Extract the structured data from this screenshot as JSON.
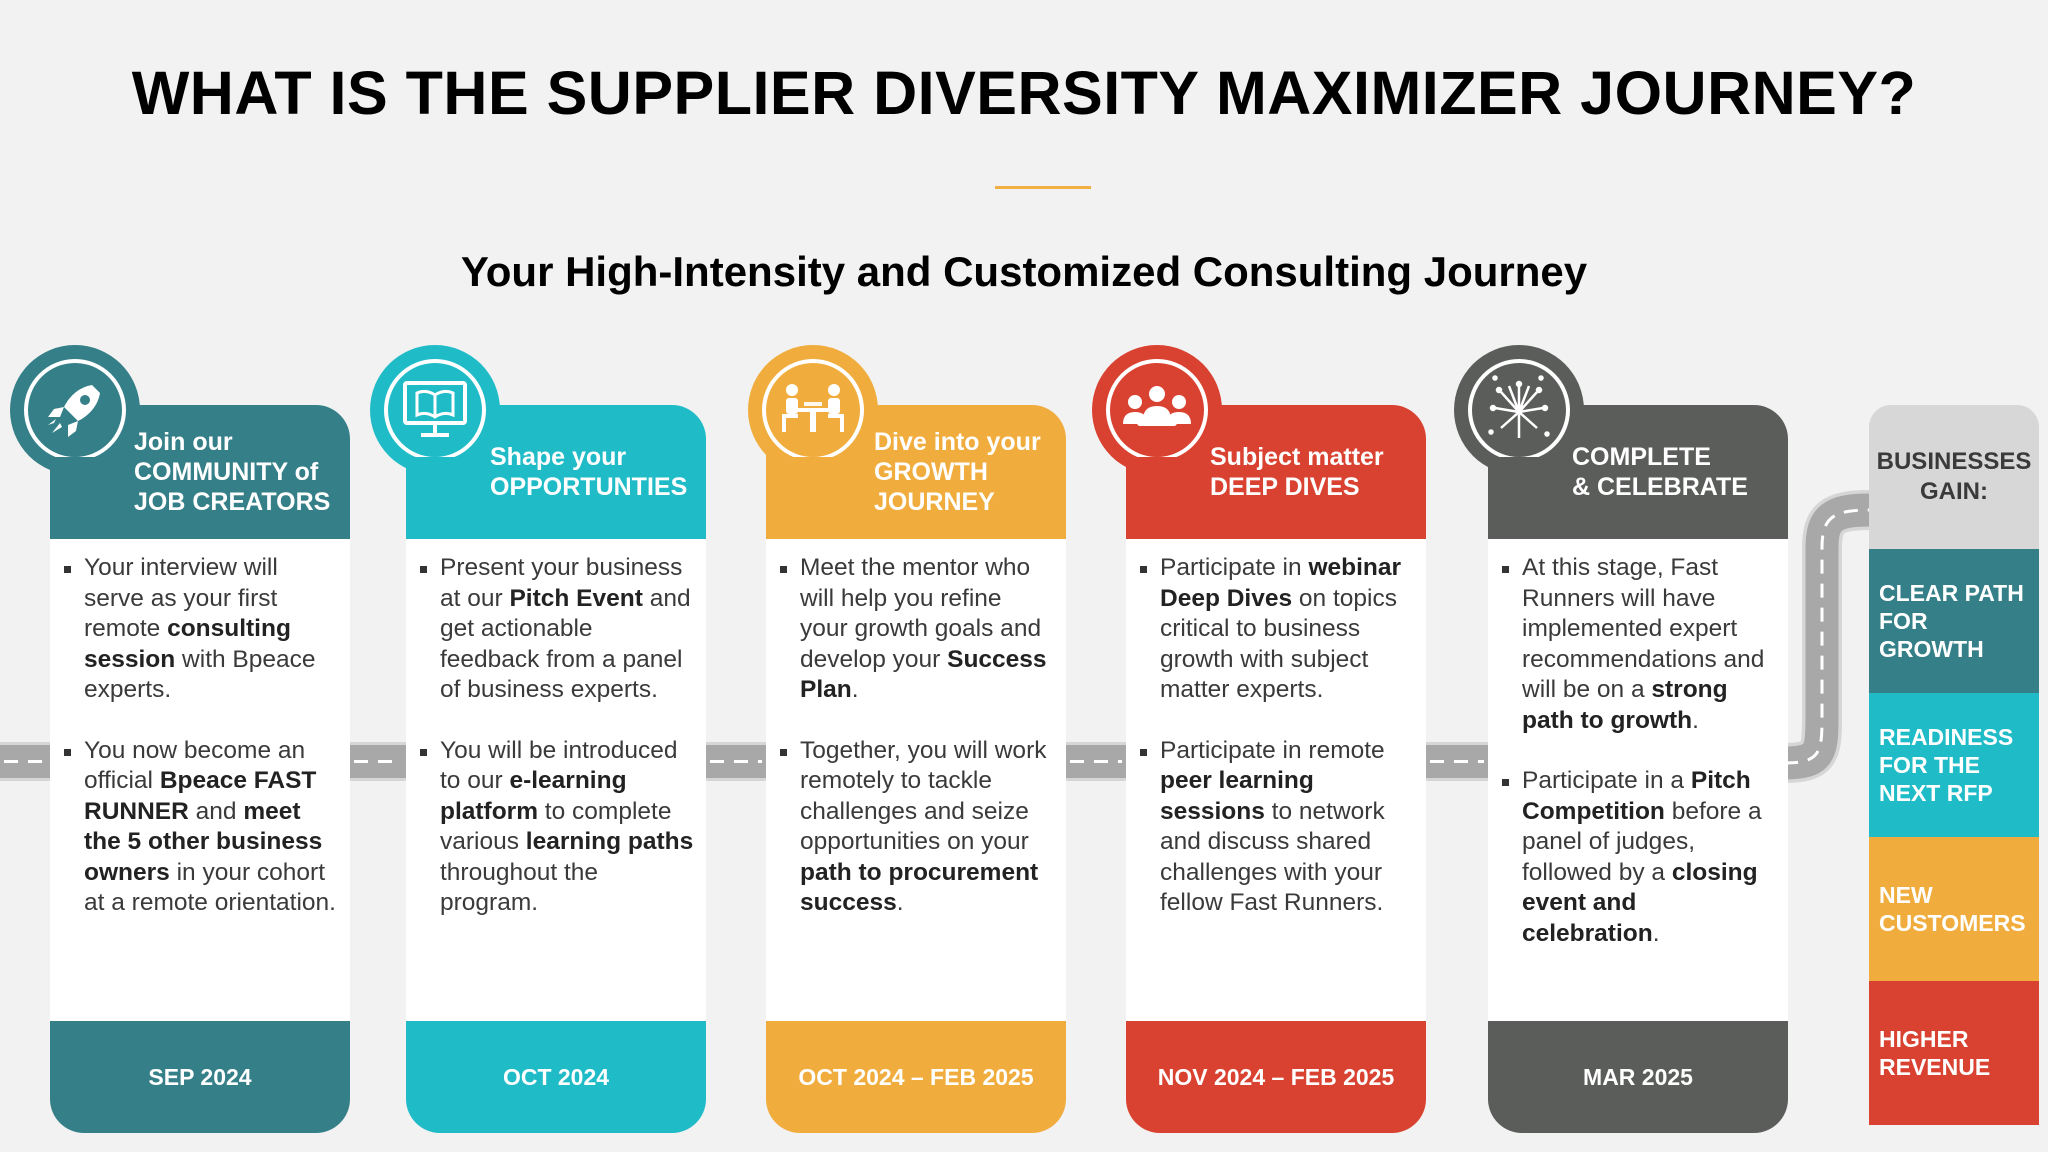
{
  "title": "WHAT IS THE SUPPLIER DIVERSITY MAXIMIZER JOURNEY?",
  "subtitle": "Your High-Intensity and Customized Consulting Journey",
  "colors": {
    "teal_dark": "#357f88",
    "teal_light": "#1fbcc8",
    "orange": "#f0ad3e",
    "red": "#d94130",
    "gray": "#5b5d5b",
    "accent_line": "#f0b043"
  },
  "stages": [
    {
      "icon": "rocket-icon",
      "heading": [
        "Join our",
        "COMMUNITY of",
        "JOB CREATORS"
      ],
      "bullets": [
        [
          {
            "t": "Your interview will serve as your first remote "
          },
          {
            "t": "consulting session",
            "b": true
          },
          {
            "t": " with Bpeace experts."
          }
        ],
        [
          {
            "t": "You now become an official "
          },
          {
            "t": "Bpeace FAST RUNNER",
            "b": true
          },
          {
            "t": " and "
          },
          {
            "t": "meet the 5 other business owners",
            "b": true
          },
          {
            "t": " in your cohort at a remote orientation."
          }
        ]
      ],
      "date": "SEP 2024"
    },
    {
      "icon": "computer-book-icon",
      "heading": [
        "Shape your",
        "OPPORTUNTIES"
      ],
      "bullets": [
        [
          {
            "t": "Present your business at our "
          },
          {
            "t": "Pitch Event",
            "b": true
          },
          {
            "t": " and get actionable feedback from a panel of business experts."
          }
        ],
        [
          {
            "t": "You will be introduced to our "
          },
          {
            "t": "e-learning platform",
            "b": true
          },
          {
            "t": " to complete various "
          },
          {
            "t": "learning paths",
            "b": true
          },
          {
            "t": " throughout the program."
          }
        ]
      ],
      "date": "OCT 2024"
    },
    {
      "icon": "meeting-table-icon",
      "heading": [
        "Dive into your",
        "GROWTH",
        "JOURNEY"
      ],
      "bullets": [
        [
          {
            "t": "Meet the mentor who will help you refine your growth goals and develop your "
          },
          {
            "t": "Success Plan",
            "b": true
          },
          {
            "t": "."
          }
        ],
        [
          {
            "t": "Together, you will work remotely to tackle challenges and seize opportunities on your "
          },
          {
            "t": "path to procurement success",
            "b": true
          },
          {
            "t": "."
          }
        ]
      ],
      "date": "OCT 2024 – FEB 2025"
    },
    {
      "icon": "group-people-icon",
      "heading": [
        "Subject matter",
        "DEEP DIVES"
      ],
      "bullets": [
        [
          {
            "t": "Participate in "
          },
          {
            "t": "webinar Deep Dives",
            "b": true
          },
          {
            "t": " on topics critical to business growth with subject matter experts."
          }
        ],
        [
          {
            "t": "Participate in remote "
          },
          {
            "t": "peer learning sessions",
            "b": true
          },
          {
            "t": " to network and discuss shared challenges with your fellow Fast Runners."
          }
        ]
      ],
      "date": "NOV 2024 – FEB 2025"
    },
    {
      "icon": "fireworks-icon",
      "heading": [
        "COMPLETE",
        "& CELEBRATE"
      ],
      "bullets": [
        [
          {
            "t": "At this stage, Fast Runners will have implemented expert recommendations and will be on a "
          },
          {
            "t": "strong path to growth",
            "b": true
          },
          {
            "t": "."
          }
        ],
        [
          {
            "t": "Participate in a "
          },
          {
            "t": "Pitch Competition",
            "b": true
          },
          {
            "t": " before a panel of judges, followed by a "
          },
          {
            "t": "closing event and celebration",
            "b": true
          },
          {
            "t": "."
          }
        ]
      ],
      "date": "MAR 2025"
    }
  ],
  "gains": {
    "heading": [
      "BUSINESSES",
      "GAIN:"
    ],
    "items": [
      {
        "lines": [
          "CLEAR PATH",
          "FOR",
          "GROWTH"
        ],
        "color": "#357f88"
      },
      {
        "lines": [
          "READINESS",
          "FOR THE",
          "NEXT RFP"
        ],
        "color": "#1fbcc8"
      },
      {
        "lines": [
          "NEW",
          "CUSTOMERS"
        ],
        "color": "#f0ad3e"
      },
      {
        "lines": [
          "HIGHER",
          "REVENUE"
        ],
        "color": "#d94130"
      }
    ]
  }
}
